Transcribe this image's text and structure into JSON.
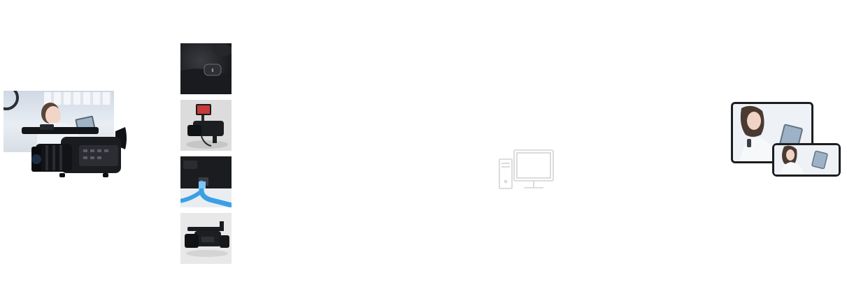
{
  "hero": {
    "image": "camcorder-over-streamer-scene",
    "icon": "camcorder-icon"
  },
  "thumbnails": [
    {
      "id": "thumb-1",
      "image": "camera-button-closeup"
    },
    {
      "id": "thumb-2",
      "image": "camera-with-monitor"
    },
    {
      "id": "thumb-3",
      "image": "camera-lan-port-cable"
    },
    {
      "id": "thumb-4",
      "image": "camera-side-view"
    }
  ],
  "placeholder": {
    "icon": "computer-icon"
  },
  "devices": {
    "tablet_icon": "tablet-icon",
    "phone_icon": "smartphone-icon"
  },
  "colors": {
    "background": "#ffffff",
    "placeholder_stroke": "#d4d4d4",
    "device_frame": "#1c1d20",
    "cable_blue": "#3aa0e6"
  }
}
